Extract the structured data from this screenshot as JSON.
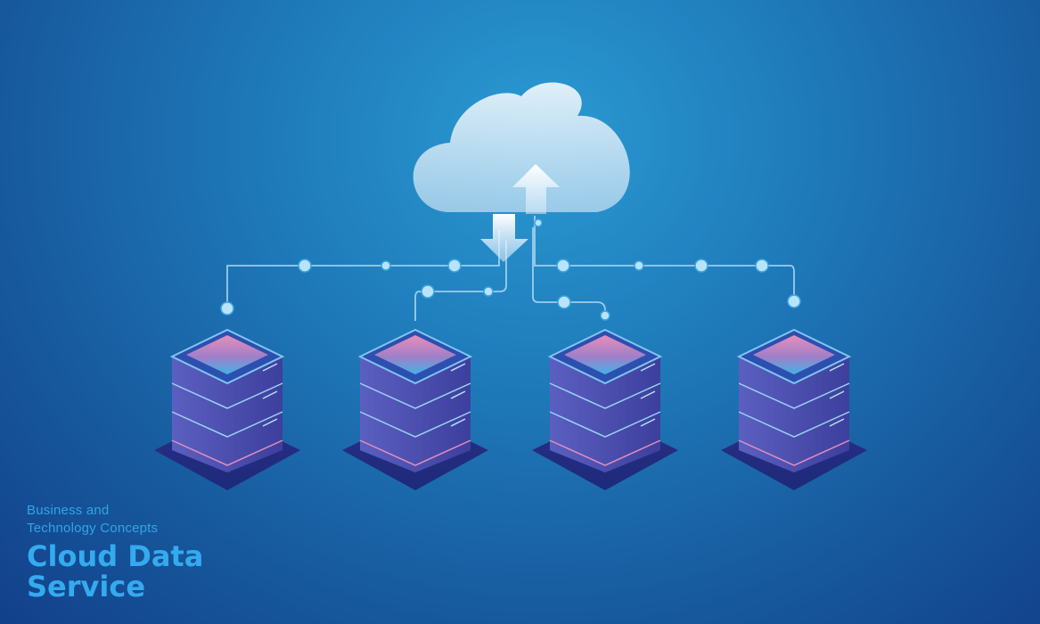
{
  "subtitle_line1": "Business and",
  "subtitle_line2": "Technology Concepts",
  "title_line1": "Cloud Data",
  "title_line2": "Service",
  "colors": {
    "accent": "#34abee",
    "cloud": "#eaf4fb",
    "server_body": "#4a52b0",
    "server_top": "#e38fb8",
    "line": "#a9d6f2"
  },
  "icons": [
    "cloud-icon",
    "upload-arrow-icon",
    "download-arrow-icon",
    "server-rack-icon"
  ]
}
